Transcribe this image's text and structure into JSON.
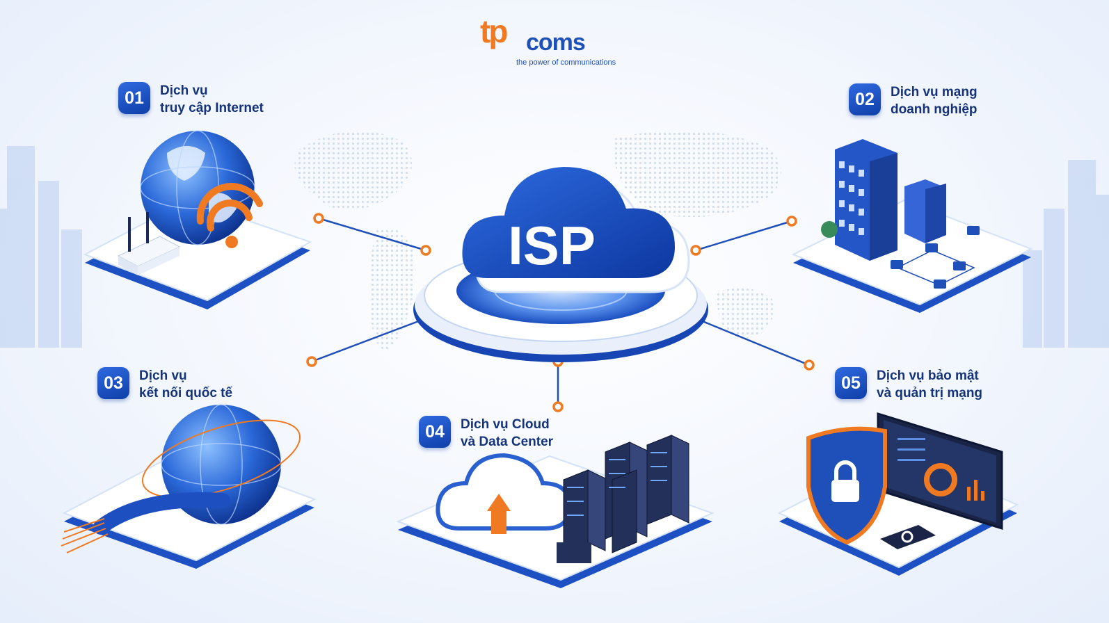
{
  "brand": {
    "logo_tp": "tp",
    "logo_coms": "coms",
    "tagline": "the power of communications"
  },
  "hub": {
    "label": "ISP"
  },
  "services": [
    {
      "number": "01",
      "line1": "Dịch vụ",
      "line2": "truy cập Internet"
    },
    {
      "number": "02",
      "line1": "Dịch vụ mạng",
      "line2": "doanh nghiệp"
    },
    {
      "number": "03",
      "line1": "Dịch vụ",
      "line2": "kết nối quốc tế"
    },
    {
      "number": "04",
      "line1": "Dịch vụ Cloud",
      "line2": "và Data Center"
    },
    {
      "number": "05",
      "line1": "Dịch vụ bảo mật",
      "line2": "và quản trị mạng"
    }
  ],
  "colors": {
    "primary": "#1f4fb8",
    "primary_dark": "#15337a",
    "accent": "#f07a22",
    "background": "#f2f6fd"
  },
  "icons": [
    "globe-wifi-router-icon",
    "office-building-network-icon",
    "globe-fiber-cable-icon",
    "cloud-server-rack-icon",
    "security-shield-monitor-icon"
  ]
}
